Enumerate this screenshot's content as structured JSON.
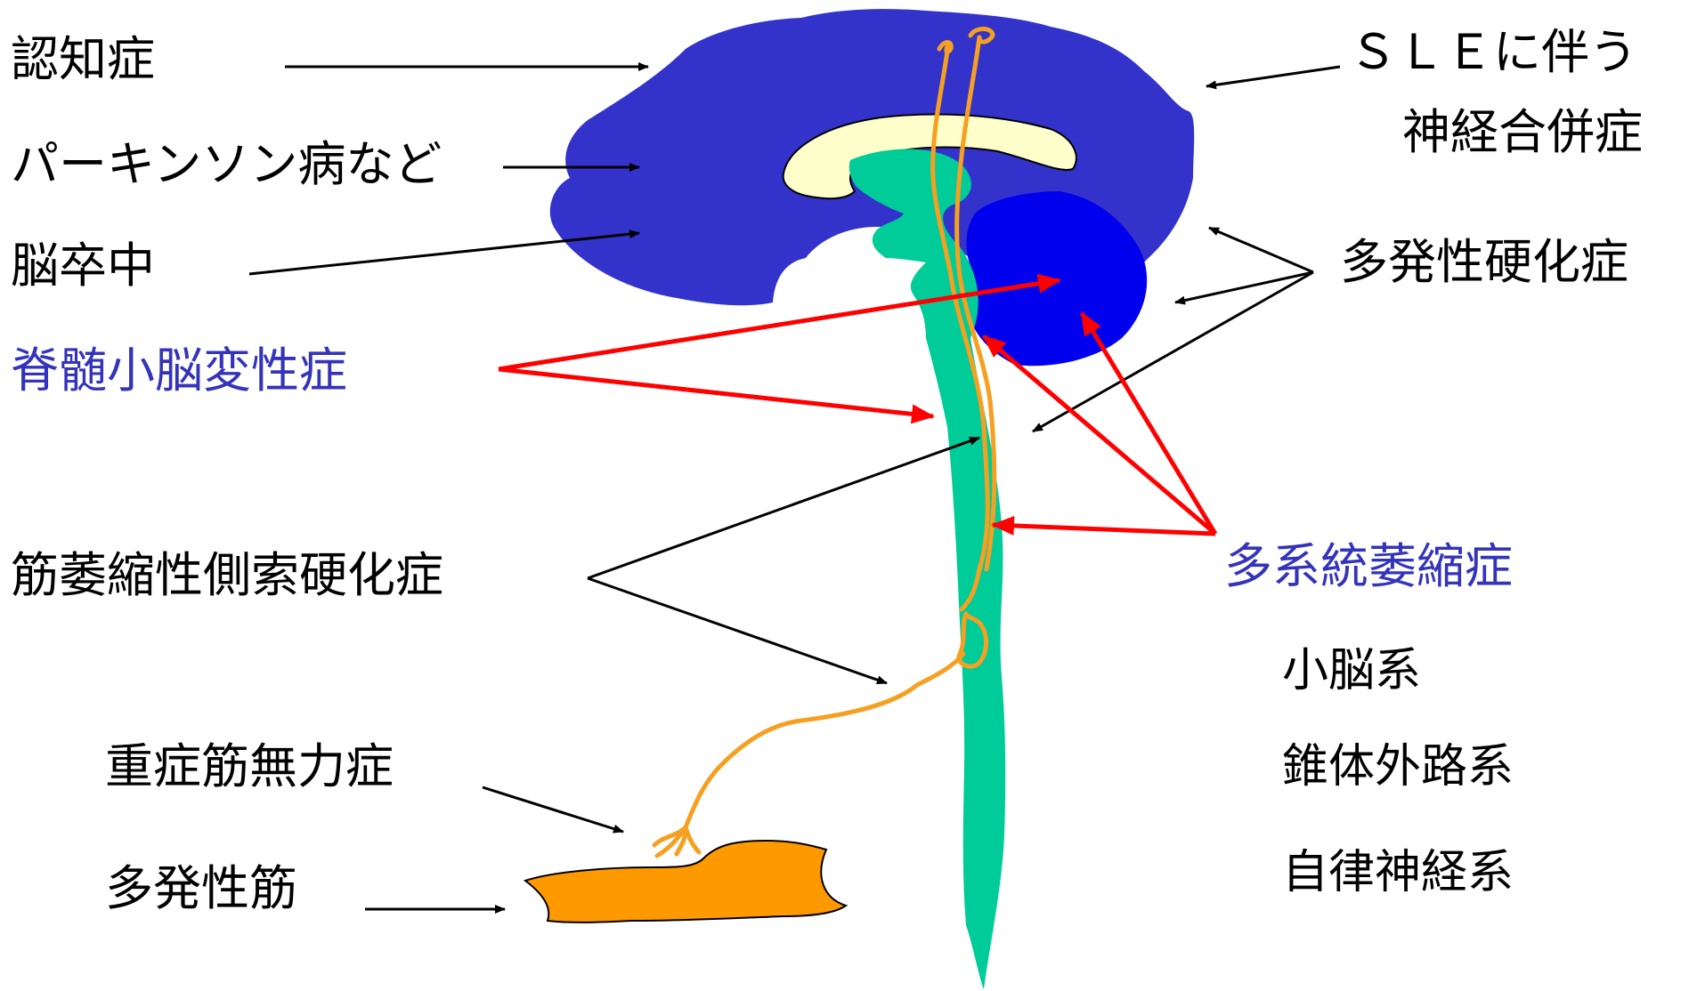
{
  "colors": {
    "cerebrum": "#3333cc",
    "cerebellum": "#0000ee",
    "corpus_callosum": "#ffffcc",
    "brainstem_spinal_cord": "#00cc99",
    "nerve": "#f5a020",
    "muscle": "#ff9900",
    "red_arrow": "#ff0000",
    "black_arrow": "#000000",
    "blue_text": "#3333bb"
  },
  "labels": {
    "dementia": "認知症",
    "parkinson": "パーキンソン病など",
    "stroke": "脳卒中",
    "scd": "脊髄小脳変性症",
    "als": "筋萎縮性側索硬化症",
    "mg": "重症筋無力症",
    "polymyositis": "多発性筋",
    "sle_line1": "ＳＬＥに伴う",
    "sle_line2": "神経合併症",
    "ms": "多発性硬化症",
    "msa": "多系統萎縮症",
    "msa_cerebellar": "小脳系",
    "msa_extrapyramidal": "錐体外路系",
    "msa_autonomic": "自律神経系"
  }
}
